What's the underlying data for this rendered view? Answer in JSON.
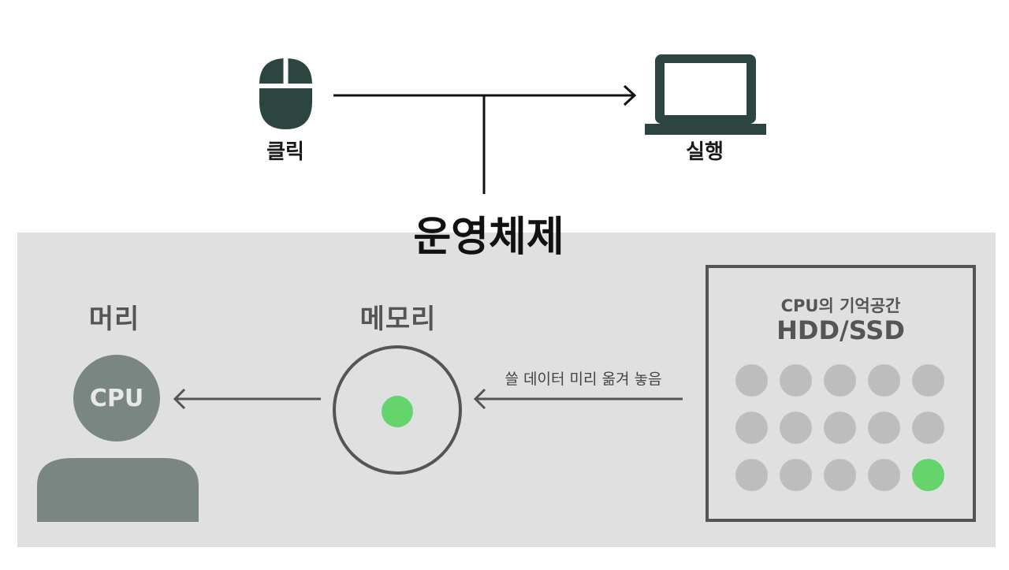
{
  "top": {
    "click_label": "클릭",
    "execute_label": "실행",
    "os_label": "운영체제"
  },
  "bottom": {
    "head_label": "머리",
    "cpu_label": "CPU",
    "memory_label": "메모리",
    "flow_label": "쓸 데이터 미리 옮겨 놓음",
    "storage_caption": "CPU의 기억공간",
    "storage_title": "HDD/SSD"
  },
  "colors": {
    "icon": "#2d4540",
    "panel": "#e0e0e0",
    "active": "#66d46d",
    "inactive": "#bdbdbd",
    "person": "#7a8682",
    "outline": "#555555"
  },
  "storage_grid": {
    "rows": 3,
    "cols": 5,
    "active_cell": 15
  }
}
